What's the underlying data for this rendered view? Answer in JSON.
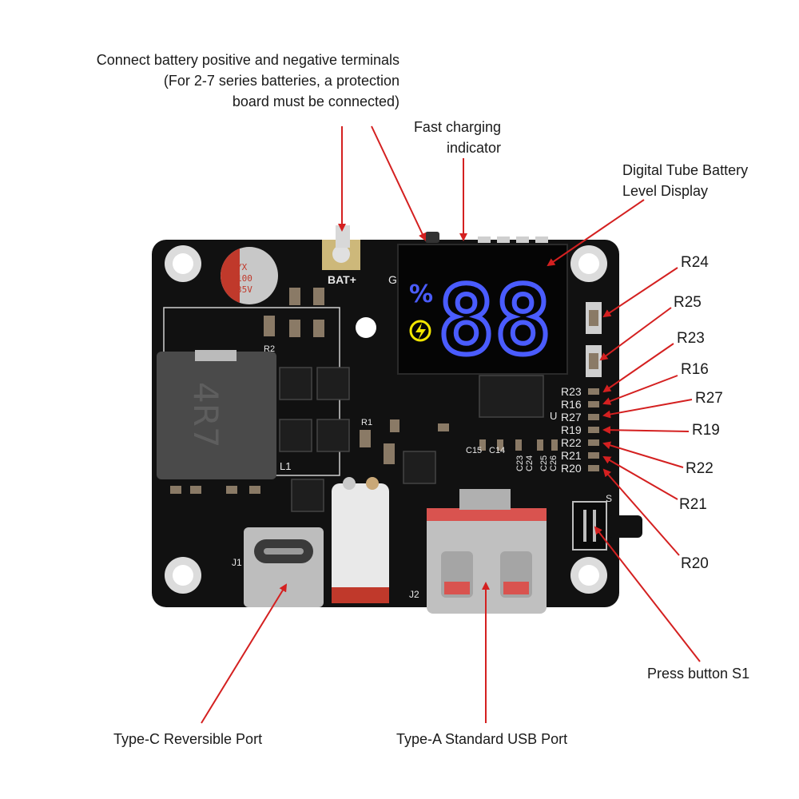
{
  "callouts": {
    "battery_terminals": {
      "lines": [
        "Connect battery positive and negative terminals",
        "(For 2-7 series batteries, a protection",
        "board must be connected)"
      ]
    },
    "fast_charging": {
      "lines": [
        "Fast charging",
        "indicator"
      ]
    },
    "digital_tube": {
      "lines": [
        "Digital Tube Battery",
        "Level Display"
      ]
    },
    "type_c": "Type-C Reversible Port",
    "type_a": "Type-A Standard USB Port",
    "press_button": "Press button S1",
    "resistors": [
      "R24",
      "R25",
      "R23",
      "R16",
      "R27",
      "R19",
      "R22",
      "R21",
      "R20"
    ]
  },
  "board": {
    "display_percent": "%",
    "display_value": "88",
    "silkscreen": {
      "bat": "BAT+",
      "g": "G",
      "l1": "L1",
      "inductor": "4R7",
      "cap": [
        "YX",
        "100",
        "35V"
      ],
      "r1": "R1",
      "r2": "R2",
      "j1": "J1",
      "j2": "J2",
      "u": "U",
      "s": "S",
      "c15": "C15",
      "c14": "C14",
      "c23": "C23",
      "c24": "C24",
      "c25": "C25",
      "c26": "C26",
      "r_list": [
        "R23",
        "R16",
        "R27",
        "R19",
        "R22",
        "R21",
        "R20"
      ]
    }
  },
  "colors": {
    "board": "#111111",
    "arrow": "#d42020",
    "display_digits": "#4a5cff",
    "fast_icon": "#f2e600"
  }
}
